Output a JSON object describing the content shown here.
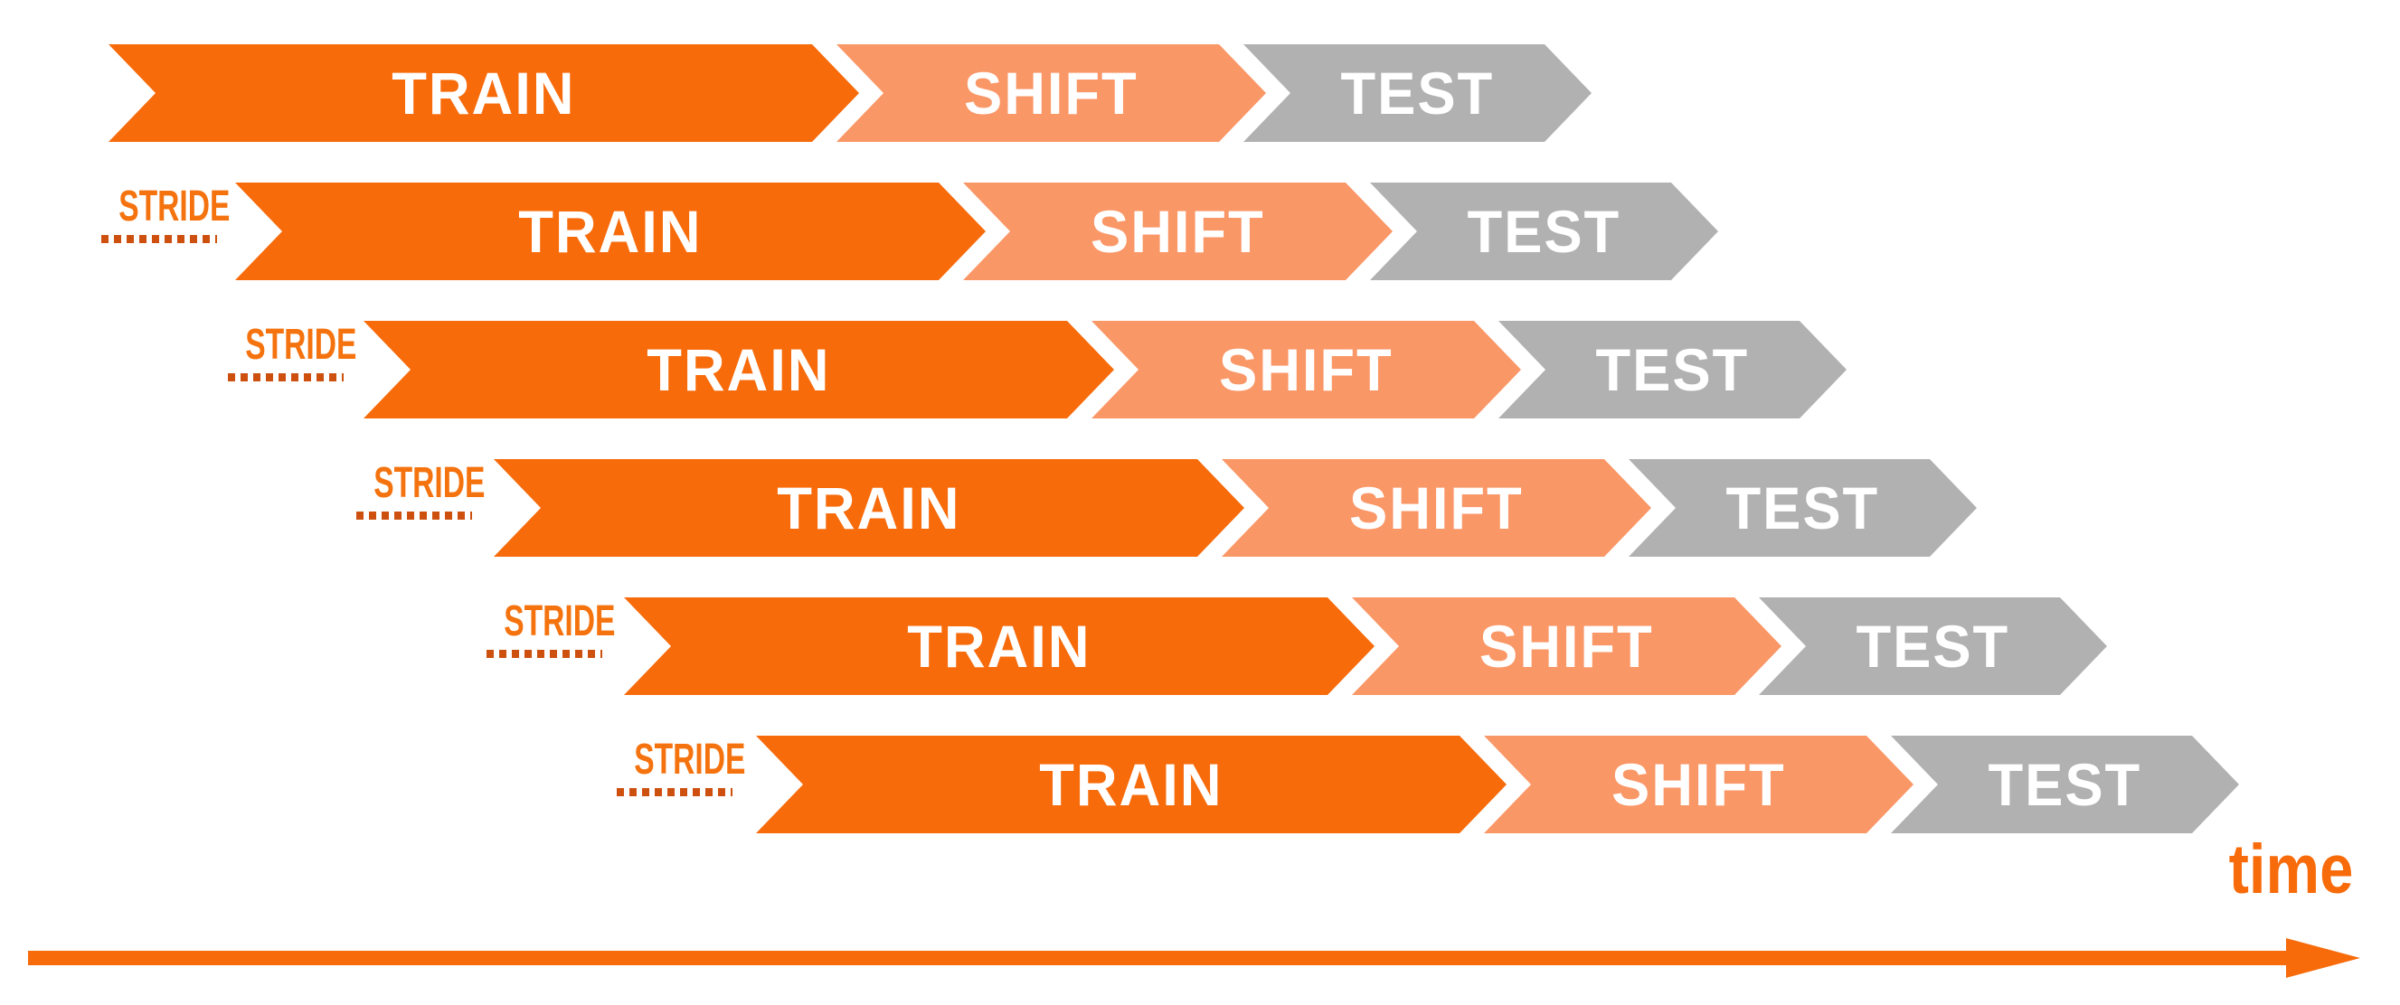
{
  "diagram": {
    "type": "walk-forward-validation-scheme",
    "stride_label": "STRIDE",
    "rows": [
      {
        "train": "TRAIN",
        "shift": "SHIFT",
        "test": "TEST",
        "stride": null
      },
      {
        "train": "TRAIN",
        "shift": "SHIFT",
        "test": "TEST",
        "stride": "STRIDE"
      },
      {
        "train": "TRAIN",
        "shift": "SHIFT",
        "test": "TEST",
        "stride": "STRIDE"
      },
      {
        "train": "TRAIN",
        "shift": "SHIFT",
        "test": "TEST",
        "stride": "STRIDE"
      },
      {
        "train": "TRAIN",
        "shift": "SHIFT",
        "test": "TEST",
        "stride": "STRIDE"
      },
      {
        "train": "TRAIN",
        "shift": "SHIFT",
        "test": "TEST",
        "stride": "STRIDE"
      }
    ]
  },
  "axis": {
    "time_label": "time"
  },
  "colors": {
    "train_segment": "#F76B0B",
    "shift_segment": "#FA9767",
    "test_segment": "#B1B1B1",
    "stride_text": "#F5730F",
    "stride_dots": "#CD500F",
    "time_axis": "#F76B0B",
    "segment_text": "#FFFFFF",
    "background": "#FFFFFF"
  }
}
